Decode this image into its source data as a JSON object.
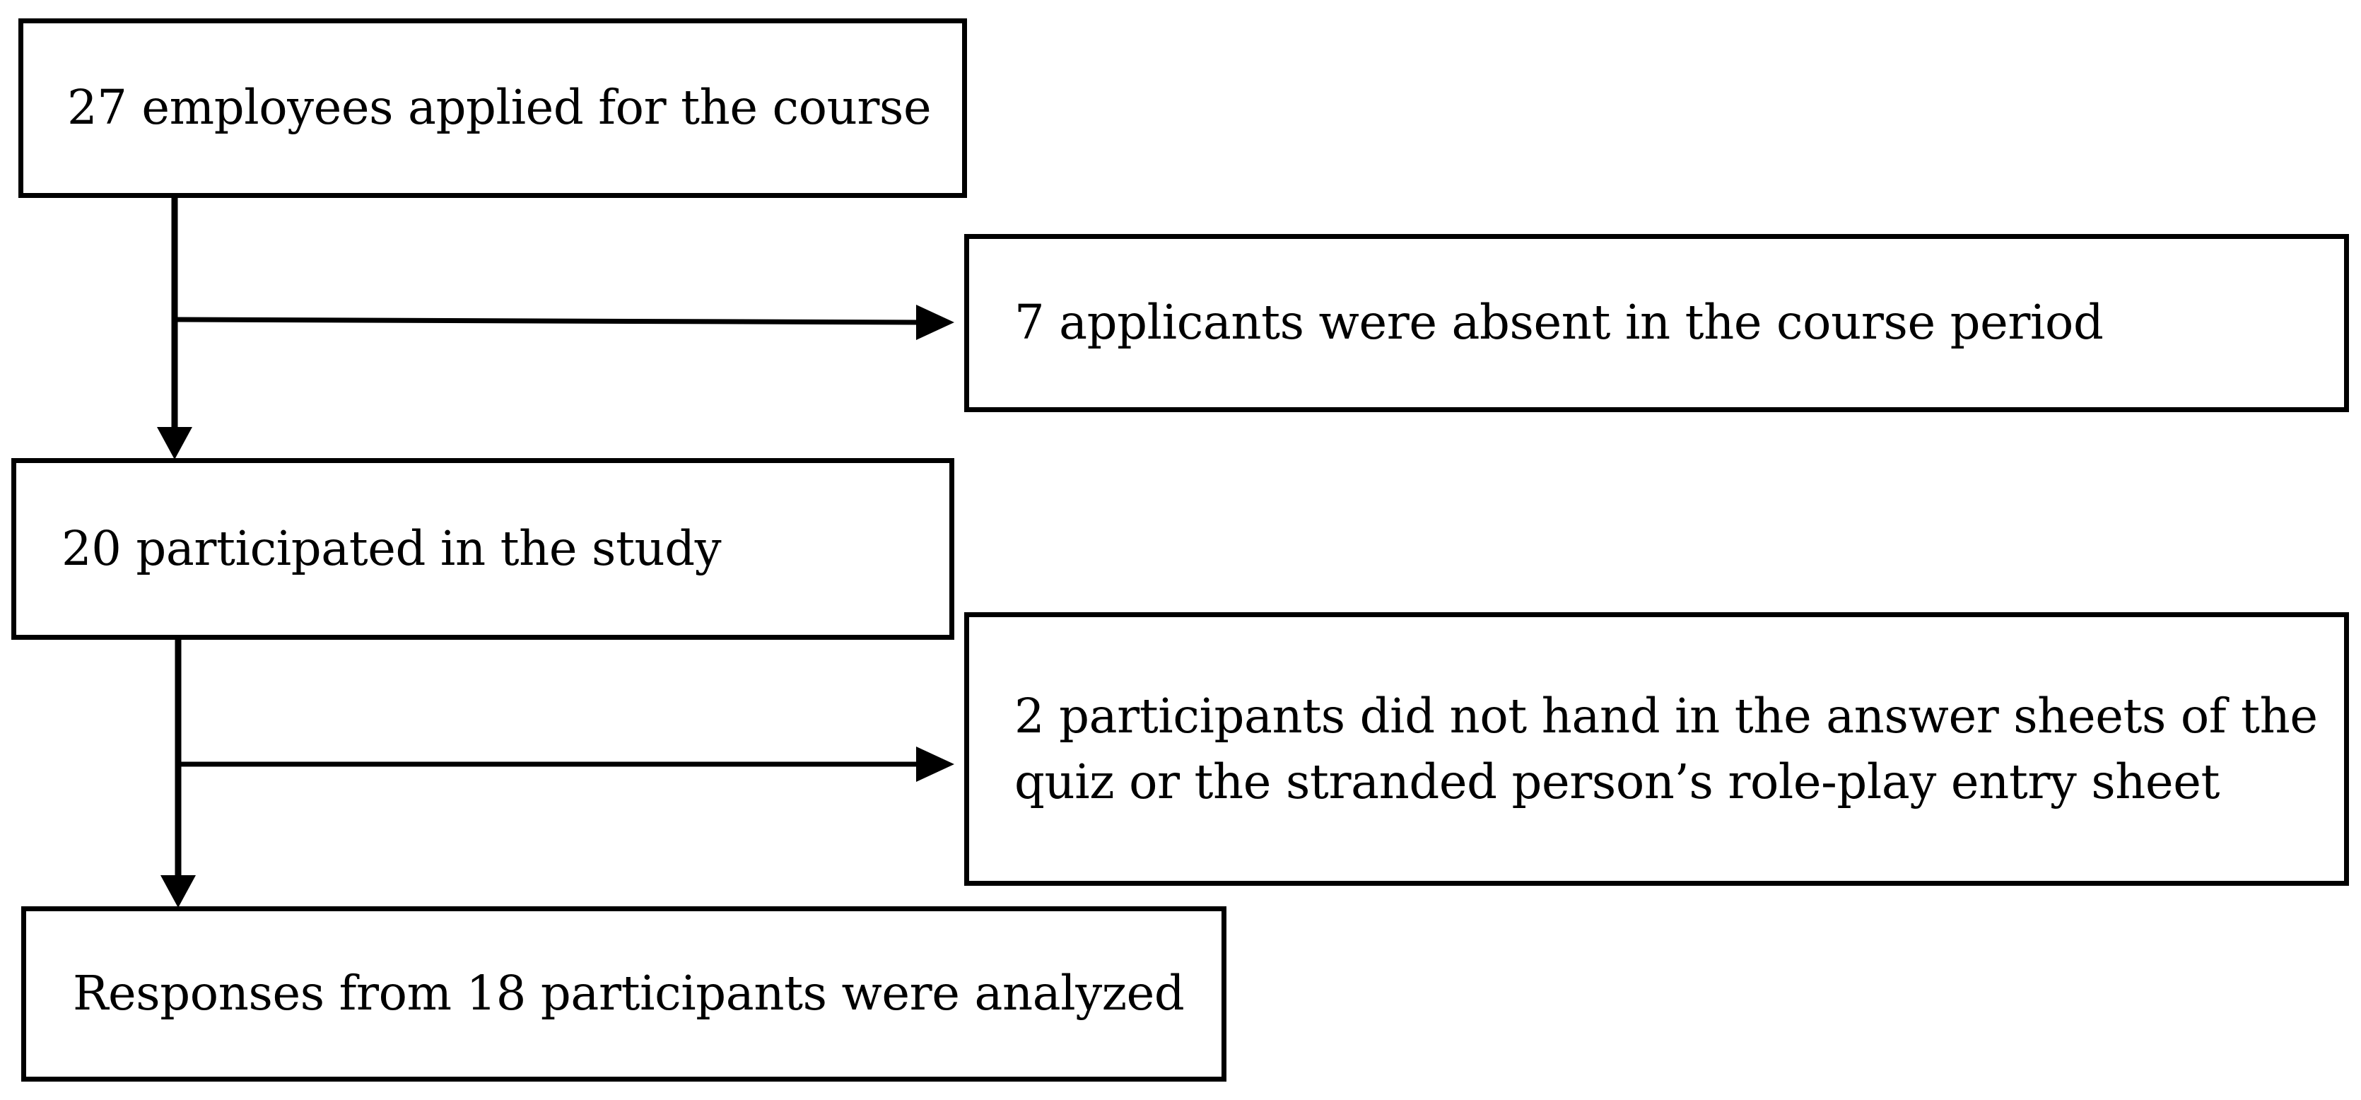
{
  "flowchart": {
    "boxes": {
      "applied": {
        "label": "27 employees applied for the course"
      },
      "absent": {
        "label": "7 applicants were absent in the course period"
      },
      "participated": {
        "label": "20 participated in the study"
      },
      "excluded": {
        "line1": "2 participants did not hand in the answer sheets of the",
        "line2": "quiz or the stranded person’s role-play entry sheet"
      },
      "analyzed": {
        "label": "Responses from 18 participants were analyzed"
      }
    }
  }
}
